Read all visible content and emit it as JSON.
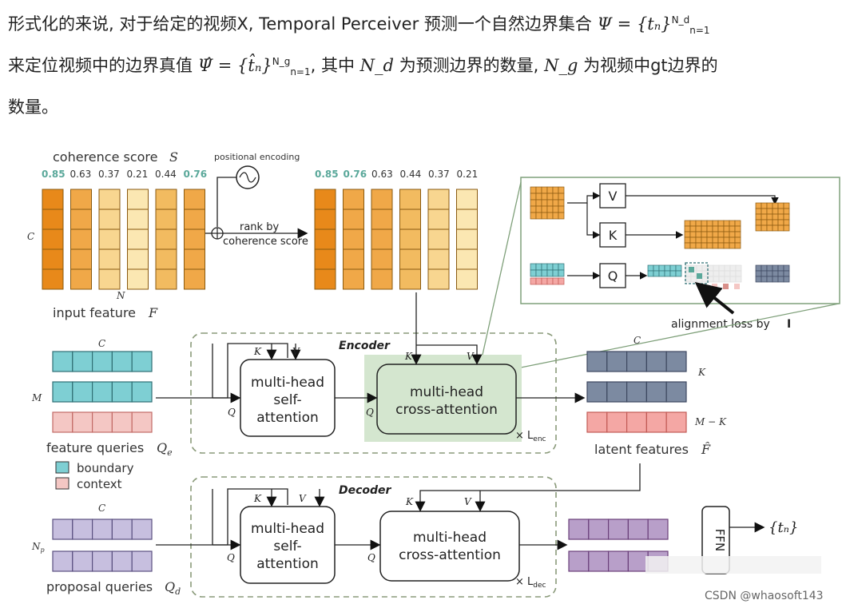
{
  "intro": {
    "line1_pre": "形式化的来说, 对于给定的视频X, Temporal Perceiver 预测一个自然边界集合",
    "line1_math": "Ψ = {tₙ}",
    "line1_sup": "N_d",
    "line1_sub": "n=1",
    "line2_pre": "来定位视频中的边界真值",
    "line2_math": "Ψ̂ = {t̂ₙ}",
    "line2_sup": "N_g",
    "line2_sub": "n=1",
    "line2_mid": ", 其中",
    "line2_nd": "N_d",
    "line2_mid2": "为预测边界的数量,",
    "line2_ng": "N_g",
    "line2_post": "为视频中gt边界的",
    "line3": "数量。"
  },
  "diagram": {
    "coherence_title": "coherence score",
    "coherence_symbol": "S",
    "scores_input": [
      "0.85",
      "0.63",
      "0.37",
      "0.21",
      "0.44",
      "0.76"
    ],
    "scores_ranked": [
      "0.85",
      "0.76",
      "0.63",
      "0.44",
      "0.37",
      "0.21"
    ],
    "c_label": "C",
    "n_label": "N",
    "input_feature_label": "input feature",
    "input_feature_symbol": "F",
    "positional_encoding": "positional encoding",
    "rank_label_1": "rank by",
    "rank_label_2": "coherence score",
    "v_label": "V",
    "k_label": "K",
    "q_label": "Q",
    "alignment_loss": "alignment loss by",
    "alignment_symbol": "I",
    "encoder_title": "Encoder",
    "decoder_title": "Decoder",
    "mhsa_1": "multi-head",
    "mhsa_2": "self-",
    "mhsa_3": "attention",
    "mhca_1": "multi-head",
    "mhca_2": "cross-attention",
    "m_label": "M",
    "feature_queries_label": "feature queries",
    "feature_queries_symbol": "Q",
    "feature_queries_sub": "e",
    "legend_boundary": "boundary",
    "legend_context": "context",
    "latent_label": "latent features",
    "latent_symbol": "F̂",
    "k_side": "K",
    "mk_side": "M − K",
    "l_enc": "× L",
    "l_enc_sub": "enc",
    "l_dec": "× L",
    "l_dec_sub": "dec",
    "np_label": "N",
    "np_sub": "p",
    "proposal_queries_label": "proposal queries",
    "proposal_queries_symbol": "Q",
    "proposal_queries_sub": "d",
    "ffn_label": "FFN",
    "output_label": "{tₙ}",
    "watermark": "CSDN @whaosoft143"
  },
  "colors": {
    "orange_dark": "#e8891a",
    "orange_mid": "#f0a848",
    "orange_light": "#f8d690",
    "orange_pale": "#fbe7b2",
    "teal": "#7ecfd3",
    "pink": "#f4a7a4",
    "slate": "#7c8aa1",
    "purple": "#b89fc9",
    "lavender": "#c7bfdf",
    "score_highlight": "#5aa89a",
    "green_fill": "#d4e6cf",
    "dashed_border": "#8a9a7a"
  }
}
